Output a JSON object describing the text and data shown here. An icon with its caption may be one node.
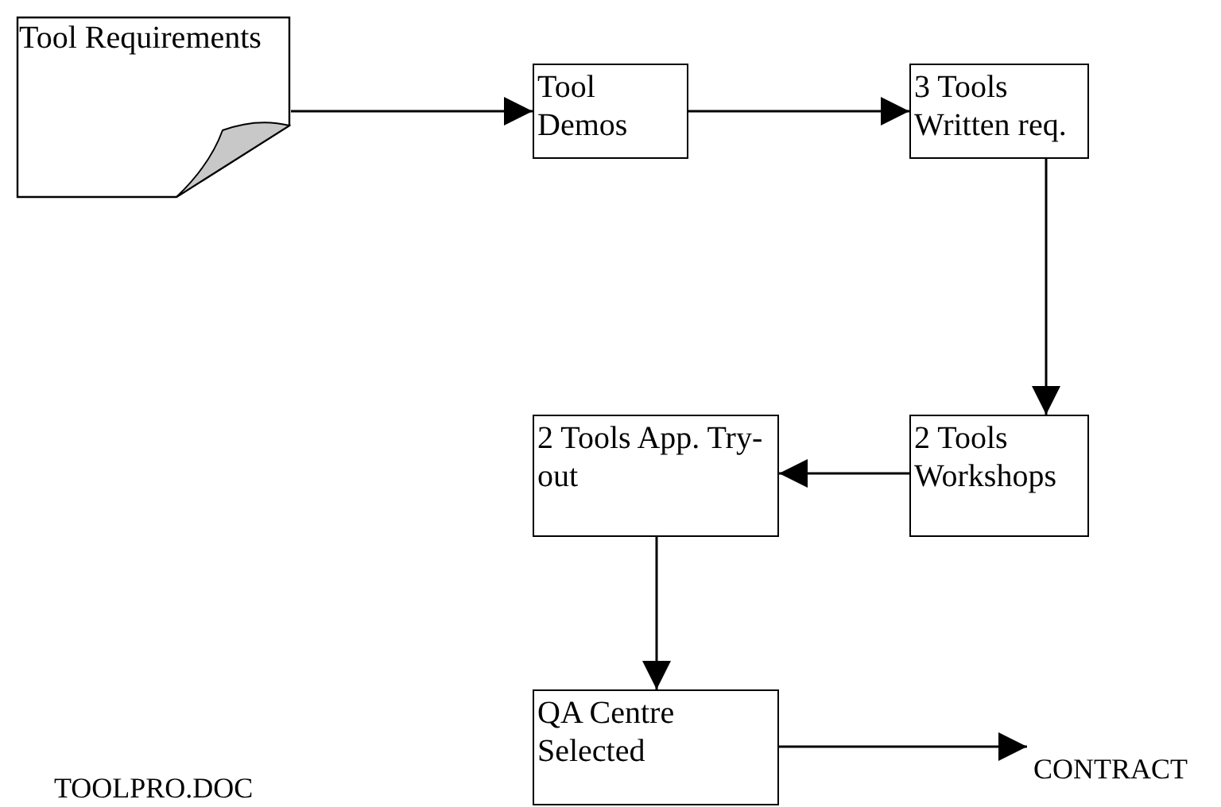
{
  "diagram": {
    "nodes": [
      {
        "text": [
          "Tool Requirements"
        ]
      },
      {
        "text": [
          "Tool Demos"
        ]
      },
      {
        "text": [
          "3 Tools Written req."
        ]
      },
      {
        "text": [
          "2 Tools App. Try-out"
        ]
      },
      {
        "text": [
          "2 Tools Workshops"
        ]
      },
      {
        "text": [
          "QA Centre Selected"
        ]
      },
      {
        "text": [
          "CONTRACT"
        ]
      }
    ],
    "edges": [
      {
        "from": 0,
        "to": 1,
        "arrow": "to"
      },
      {
        "from": 1,
        "to": 2,
        "arrow": "to"
      },
      {
        "from": 2,
        "to": 4,
        "arrow": "to"
      },
      {
        "from": 4,
        "to": 3,
        "arrow": "to"
      },
      {
        "from": 3,
        "to": 5,
        "arrow": "to"
      },
      {
        "from": 5,
        "to": 6,
        "arrow": "to"
      }
    ],
    "labels": [
      "TOOLPRO.DOC"
    ]
  }
}
